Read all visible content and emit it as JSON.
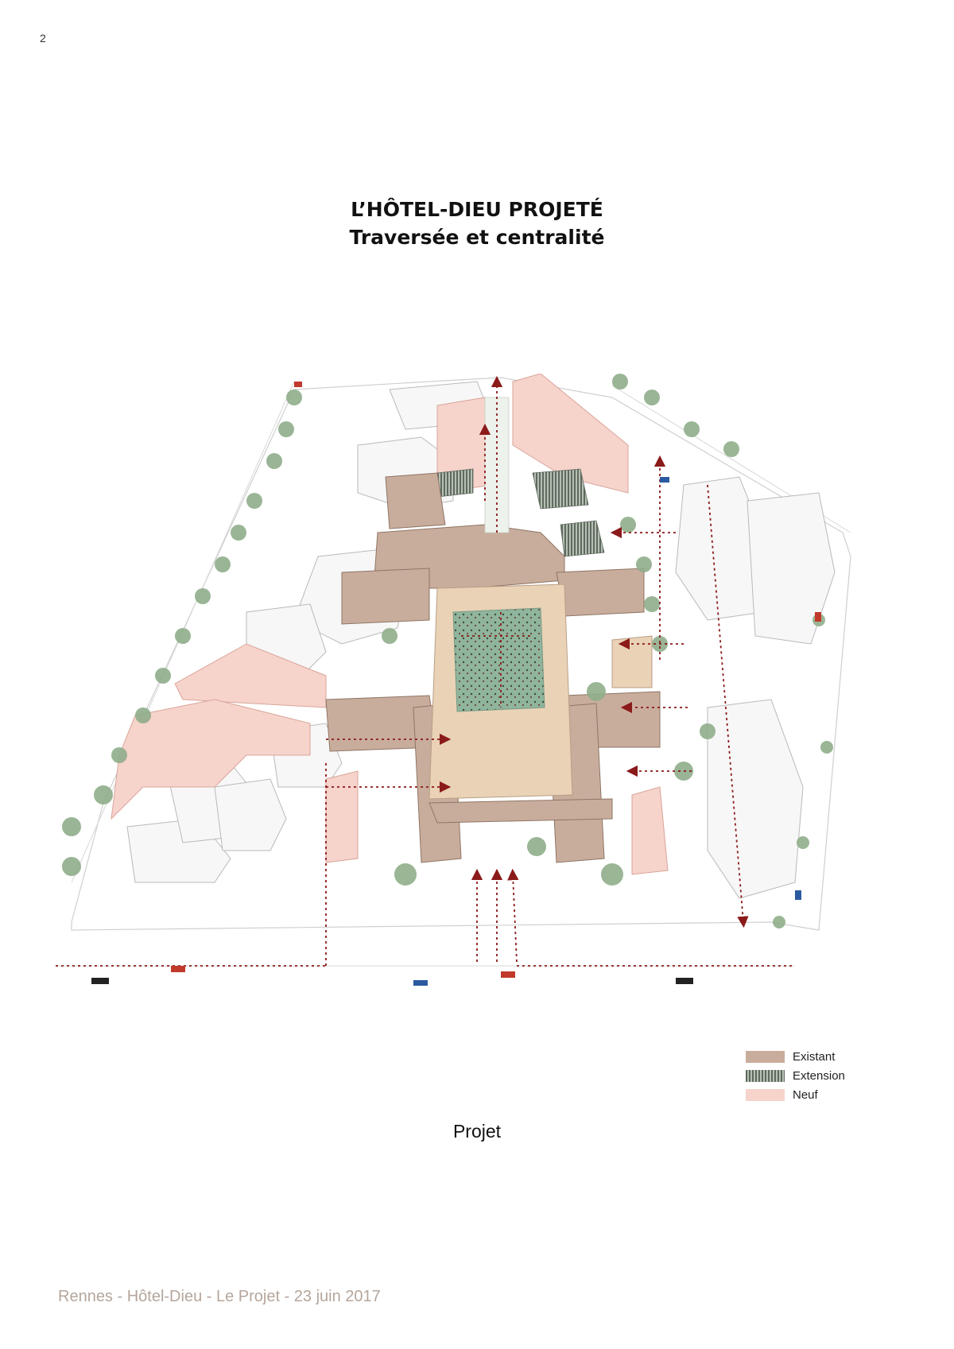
{
  "page": {
    "number": "2"
  },
  "title": {
    "line1": "L’HÔTEL-DIEU PROJETÉ",
    "line2": "Traversée et centralité"
  },
  "legend": {
    "items": [
      {
        "label": "Existant",
        "color": "#c9ad9c"
      },
      {
        "label": "Extension",
        "color": "#6b736b"
      },
      {
        "label": "Neuf",
        "color": "#f6d3cb"
      }
    ]
  },
  "caption": "Projet",
  "footer": "Rennes  - Hôtel-Dieu - Le Projet - 23 juin 2017",
  "colors": {
    "existant": "#c9ad9c",
    "extension": "#6b736b",
    "neuf": "#f6d3cb",
    "courtyard": "#e9d2b6",
    "garden": "#8fb59c",
    "arrow": "#8b1a1a",
    "tree": "#8fae8a"
  }
}
